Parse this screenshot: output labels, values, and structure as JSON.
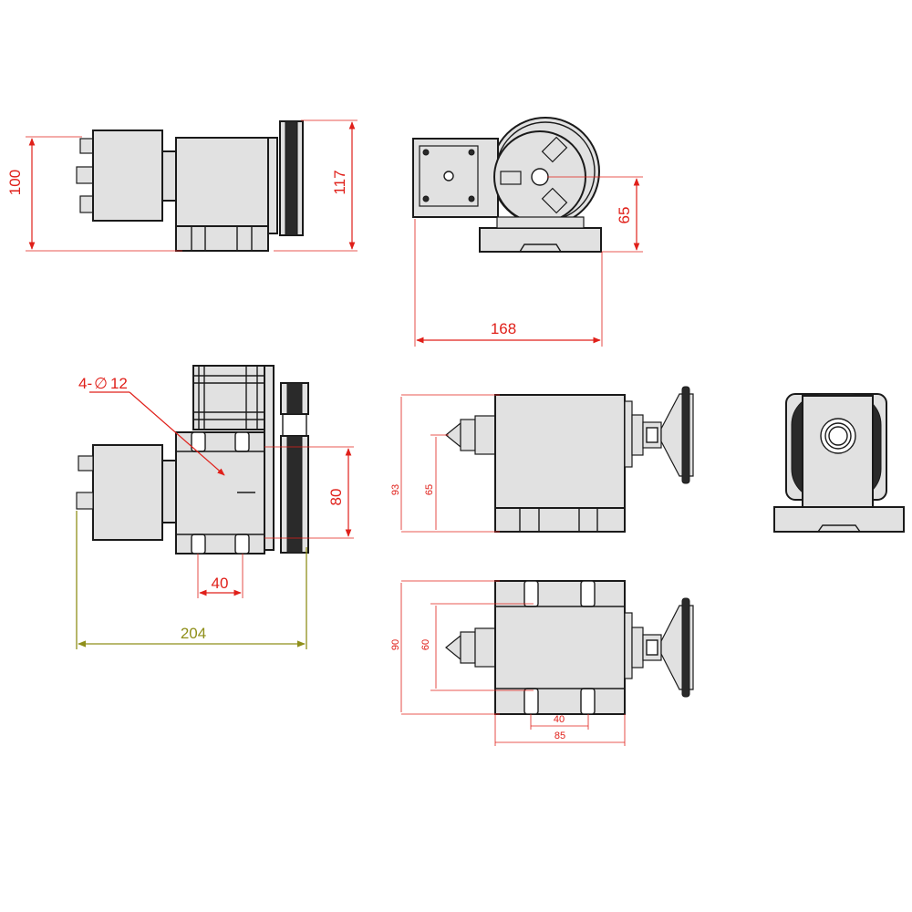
{
  "dimensions": {
    "top_left_height": "100",
    "top_left_total_height": "117",
    "top_right_center_height": "65",
    "top_right_width": "168",
    "hole_callout": "4-",
    "hole_diameter": "12",
    "slot_spacing": "40",
    "mount_height": "80",
    "overall_length": "204",
    "tailstock_height": "93",
    "tailstock_center_height": "65",
    "tailstock2_height": "90",
    "tailstock2_center_height": "60",
    "tailstock2_slot_spacing": "40",
    "tailstock2_length": "85"
  },
  "colors": {
    "dimension": "#e0201a",
    "overall_dimension": "#8f8f1a",
    "part_fill": "#e1e1e1",
    "outline": "#1a1a1a"
  },
  "symbols": {
    "diameter": "∅"
  }
}
